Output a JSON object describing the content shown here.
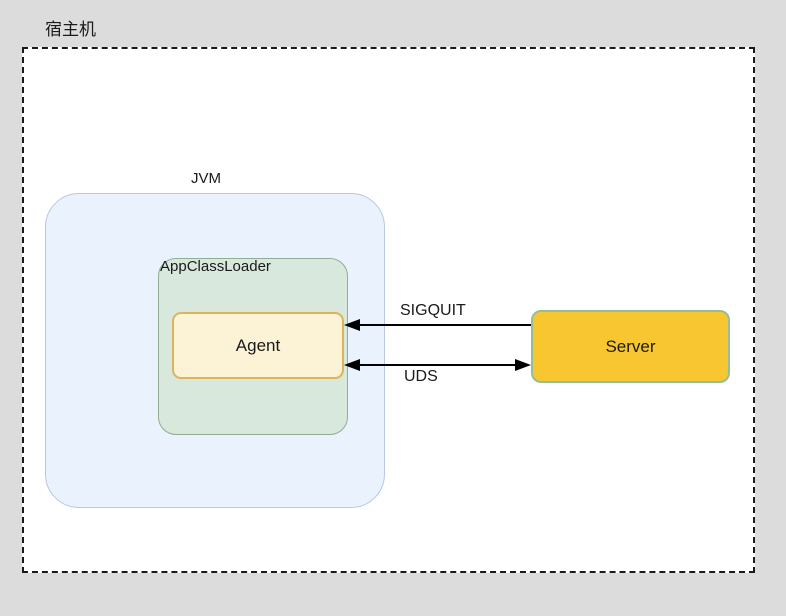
{
  "diagram": {
    "type": "architecture-block-diagram",
    "background_color": "#dcdcdc",
    "canvas_color": "#ffffff",
    "host": {
      "label": "宿主机",
      "border_style": "dashed",
      "border_color": "#1a1a1a"
    },
    "nodes": [
      {
        "id": "jvm",
        "label": "JVM",
        "label_position": "above",
        "fill": "#eaf2fd",
        "stroke": "#b7c8e0"
      },
      {
        "id": "appclassloader",
        "label": "AppClassLoader",
        "label_position": "top-inside",
        "fill": "#d9e8dc",
        "stroke": "#8fae93"
      },
      {
        "id": "agent",
        "label": "Agent",
        "label_position": "center",
        "fill": "#fcf2d5",
        "stroke": "#dcb45c"
      },
      {
        "id": "server",
        "label": "Server",
        "label_position": "center",
        "fill": "#f8c630",
        "stroke": "#93bf96"
      }
    ],
    "edges": [
      {
        "id": "sigquit",
        "label": "SIGQUIT",
        "from": "server",
        "to": "agent",
        "direction": "one-way",
        "color": "#000000"
      },
      {
        "id": "uds",
        "label": "UDS",
        "from": "server",
        "to": "agent",
        "direction": "bidirectional",
        "color": "#000000"
      }
    ]
  }
}
